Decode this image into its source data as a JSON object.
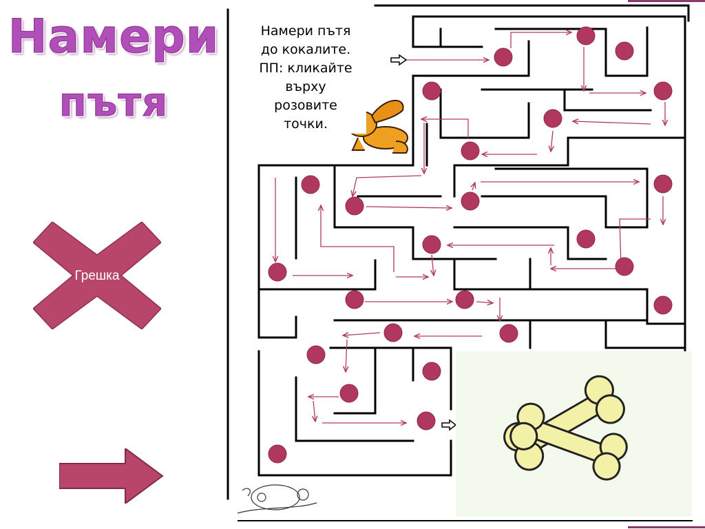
{
  "title": {
    "line1": "Намери",
    "line2": "пътя"
  },
  "instructions": {
    "lines": [
      "Намери пътя",
      "до кокалите.",
      "ПП: кликайте",
      "върху",
      "розовите",
      "точки."
    ]
  },
  "feedback": {
    "label": "Грешка"
  },
  "colors": {
    "title": "#b04fb8",
    "dot": "#b0385f",
    "path_arrow": "#b03a62",
    "error_shape": "#b8466a",
    "next_arrow": "#b8466a",
    "maze_wall": "#000000",
    "dog": "#f0a020",
    "bone": "#f3f0a8"
  },
  "icons": {
    "dog": "dog-icon",
    "bones": "bones-icon",
    "start": "start-arrow-icon",
    "finish": "finish-arrow-icon",
    "next": "next-arrow-icon",
    "error": "error-x-icon"
  }
}
